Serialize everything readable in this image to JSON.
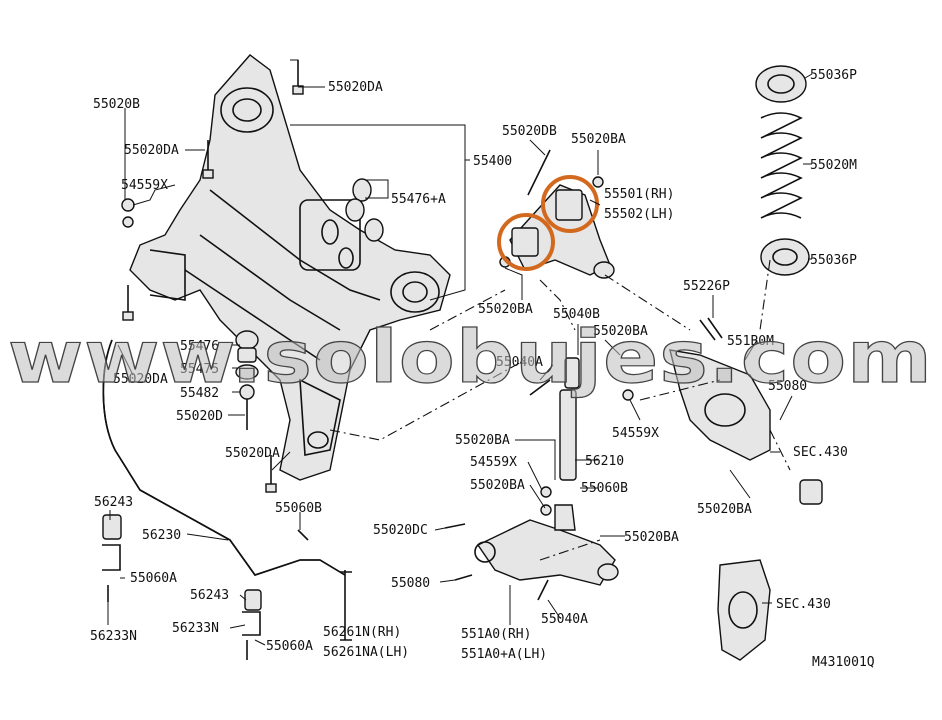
{
  "watermark": "www.solobujes.com",
  "diagram_code": "M431001Q",
  "highlight_color": "#d2691e",
  "labels": {
    "p55020DA_top": "55020DA",
    "p55020B": "55020B",
    "p55020DA_left": "55020DA",
    "p54559X_left": "54559X",
    "p55400": "55400",
    "p55476A": "55476+A",
    "p55020DB": "55020DB",
    "p55020BA_top": "55020BA",
    "p55501": "55501(RH)",
    "p55502": "55502(LH)",
    "p55020BA_mid": "55020BA",
    "p55036P_top": "55036P",
    "p55020M": "55020M",
    "p55036P_bot": "55036P",
    "p55226P": "55226P",
    "p551B0M": "551B0M",
    "p55080_right": "55080",
    "p55040B": "55040B",
    "p55020BA_r": "55020BA",
    "p55040A_mid": "55040A",
    "p55476": "55476",
    "p55475": "55475",
    "p55482": "55482",
    "p55020D": "55020D",
    "p55020DA_bl": "55020DA",
    "p55020DA_low": "55020DA",
    "p54559X_r": "54559X",
    "sec430_a": "SEC.430",
    "p55020BA_c": "55020BA",
    "p54559X_c": "54559X",
    "p55020BA_c2": "55020BA",
    "p56210": "56210",
    "p55060B_c": "55060B",
    "p55020BA_rb": "55020BA",
    "p56243_top": "56243",
    "p56230": "56230",
    "p55060B_l": "55060B",
    "p55060A_top": "55060A",
    "p55020DC": "55020DC",
    "p55020BA_cb": "55020BA",
    "p55080_c": "55080",
    "p56243_bot": "56243",
    "p56233N_l": "56233N",
    "p56233N_b": "56233N",
    "p55060A_bot": "55060A",
    "p56261N": "56261N(RH)",
    "p56261NA": "56261NA(LH)",
    "p551A0": "551A0(RH)",
    "p551A0A": "551A0+A(LH)",
    "p55040A_bot": "55040A",
    "sec430_b": "SEC.430"
  }
}
